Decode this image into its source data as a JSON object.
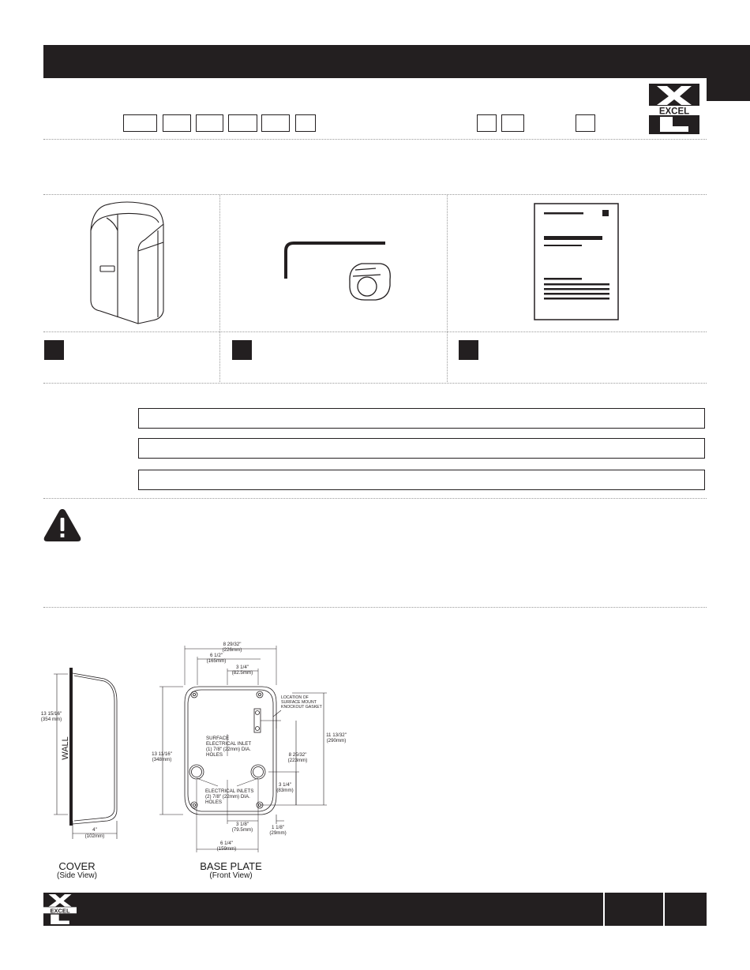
{
  "logo": {
    "text": "EXCEL"
  },
  "code_boxes_left": [
    "",
    "",
    "",
    "",
    "",
    ""
  ],
  "code_boxes_right": [
    "",
    "",
    ""
  ],
  "parts": [
    {
      "id": "dryer",
      "number": ""
    },
    {
      "id": "wrench-gasket",
      "number": ""
    },
    {
      "id": "manual",
      "number": ""
    }
  ],
  "spec_rows": [
    "",
    "",
    ""
  ],
  "diagram": {
    "wall_label": "WALL",
    "cover_title": "COVER",
    "cover_sub": "(Side View)",
    "base_title": "BASE PLATE",
    "base_sub": "(Front View)",
    "dims": {
      "w_total": "8 29/32\"",
      "w_total_mm": "(226mm)",
      "w_half": "6 1/2\"",
      "w_half_mm": "(165mm)",
      "w_inlet": "3 1/4\"",
      "w_inlet_mm": "(82.5mm)",
      "h_cover": "13 15/16\"",
      "h_cover_mm": "(354 mm)",
      "h_base": "13 11/16\"",
      "h_base_mm": "(348mm)",
      "h_right": "11 13/32\"",
      "h_right_mm": "(290mm)",
      "h_mid": "8 25/32\"",
      "h_mid_mm": "(223mm)",
      "h_low": "3 1/4\"",
      "h_low_mm": "(83mm)",
      "b_inlet": "3 1/8\"",
      "b_inlet_mm": "(79.5mm)",
      "b_total": "6 1/4\"",
      "b_total_mm": "(159mm)",
      "offset": "1 1/8\"",
      "offset_mm": "(29mm)",
      "depth": "4\"",
      "depth_mm": "(102mm)"
    },
    "notes": {
      "location_1": "LOCATION OF",
      "location_2": "SURFACE MOUNT",
      "location_3": "KNOCKOUT GASKET",
      "surface_1": "SURFACE",
      "surface_2": "ELECTRICAL INLET",
      "surface_3": "(1) 7/8\" (22mm) DIA.",
      "surface_4": "HOLES",
      "inlets_1": "ELECTRICAL INLETS",
      "inlets_2": "(2) 7/8\" (22mm) DIA.",
      "inlets_3": "HOLES"
    }
  },
  "colors": {
    "dark": "#231f20",
    "rule": "#9a9a9a"
  }
}
